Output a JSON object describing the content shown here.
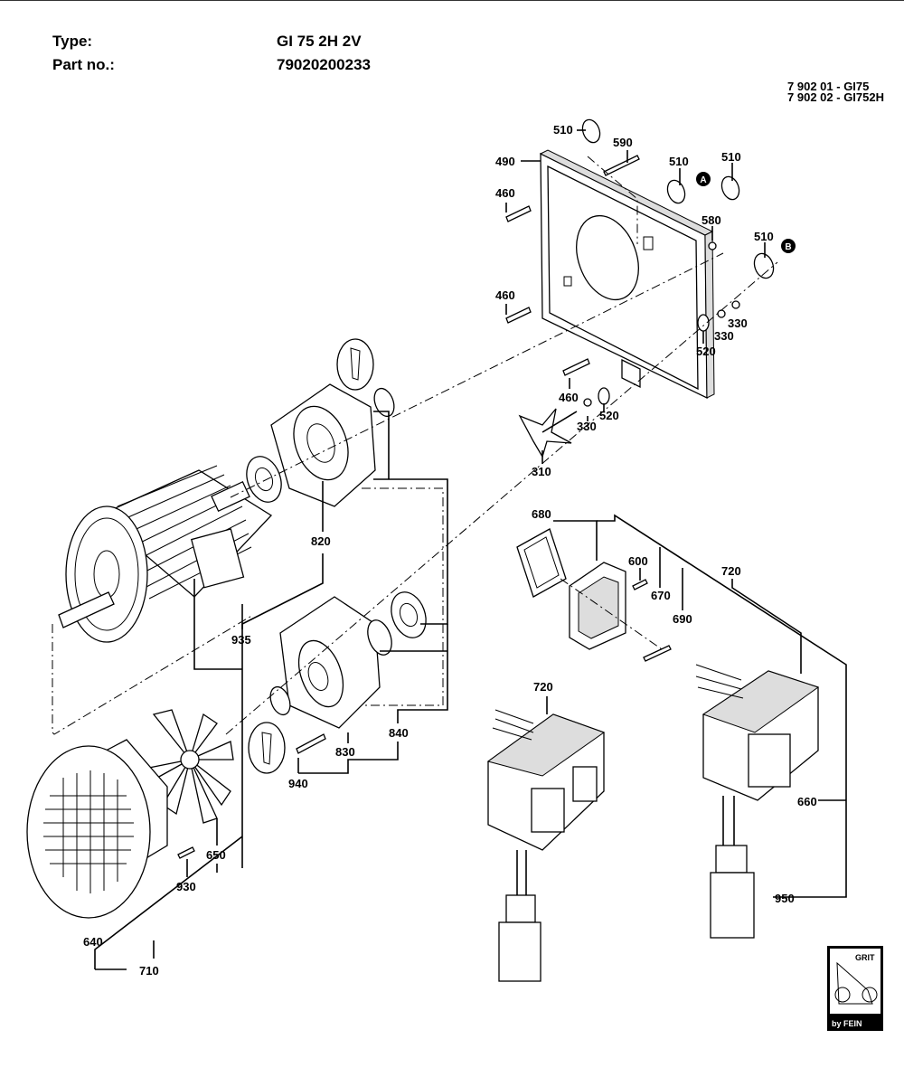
{
  "header": {
    "type_label": "Type:",
    "type_value": "GI 75 2H 2V",
    "part_label": "Part no.:",
    "part_value": "79020200233"
  },
  "reference": {
    "line1": "7 902 01 - GI75",
    "line2": "7 902 02 - GI752H"
  },
  "callouts": {
    "p310": "310",
    "p330a": "330",
    "p330b": "330",
    "p330c": "330",
    "p460a": "460",
    "p460b": "460",
    "p460c": "460",
    "p490": "490",
    "p510a": "510",
    "p510b": "510",
    "p510c": "510",
    "p510d": "510",
    "p520a": "520",
    "p520b": "520",
    "p580": "580",
    "p590": "590",
    "p600": "600",
    "p640": "640",
    "p650": "650",
    "p660": "660",
    "p670": "670",
    "p680": "680",
    "p690": "690",
    "p710": "710",
    "p720a": "720",
    "p720b": "720",
    "p820": "820",
    "p830": "830",
    "p840": "840",
    "p930": "930",
    "p935": "935",
    "p940": "940",
    "p950": "950"
  },
  "markers": {
    "a": "A",
    "b": "B"
  },
  "logo": {
    "top": "GRIT",
    "bottom": "by FEIN"
  }
}
